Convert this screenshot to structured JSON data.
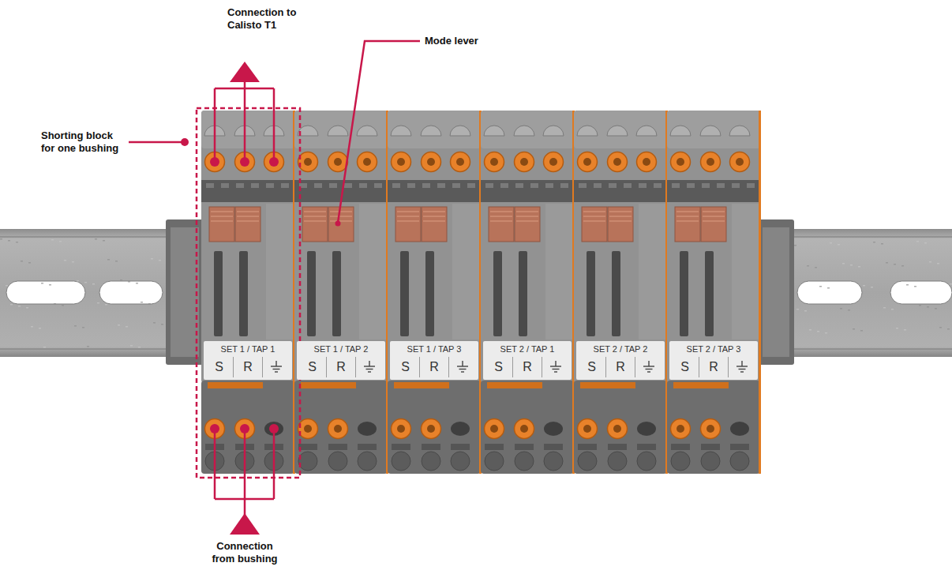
{
  "diagram": {
    "nodes": [
      {
        "text": [
          "SET 1 / TAP 1",
          "S",
          "R"
        ]
      },
      {
        "text": [
          "SET 1 / TAP 2",
          "S",
          "R"
        ]
      },
      {
        "text": [
          "SET 1 / TAP 3",
          "S",
          "R"
        ]
      },
      {
        "text": [
          "SET 2 / TAP 1",
          "S",
          "R"
        ]
      },
      {
        "text": [
          "SET 2 / TAP 2",
          "S",
          "R"
        ]
      },
      {
        "text": [
          "SET 2 / TAP 3",
          "S",
          "R"
        ]
      }
    ],
    "labels": [
      "Connection to Calisto T1",
      "Mode lever",
      "Shorting block for one bushing",
      "Connection from bushing"
    ]
  }
}
